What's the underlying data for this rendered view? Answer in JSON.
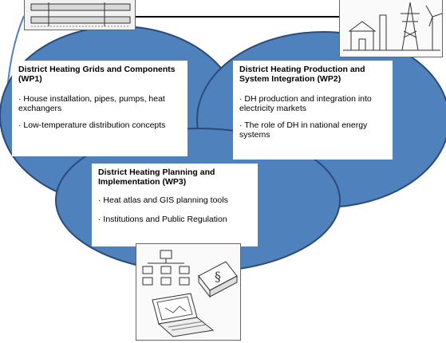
{
  "colors": {
    "ellipse_fill": "#4f81bd",
    "ellipse_stroke": "#2c4a7a",
    "box_fill": "#ffffff"
  },
  "wp1": {
    "title": "District Heating Grids and Components (WP1)",
    "items": [
      "· House installation, pipes, pumps, heat exchangers",
      "· Low-temperature distribution concepts"
    ]
  },
  "wp2": {
    "title": "District Heating Production and System Integration (WP2)",
    "items": [
      "· DH production and integration into electricity markets",
      "· The role of DH in national energy systems"
    ]
  },
  "wp3": {
    "title": "District Heating Planning and Implementation (WP3)",
    "items": [
      "· Heat atlas and GIS planning tools",
      "· Institutions and Public Regulation"
    ]
  },
  "icons": {
    "pipes": "pipes-illustration-icon",
    "power": "power-plant-illustration-icon",
    "planning": "planning-laptop-illustration-icon"
  }
}
